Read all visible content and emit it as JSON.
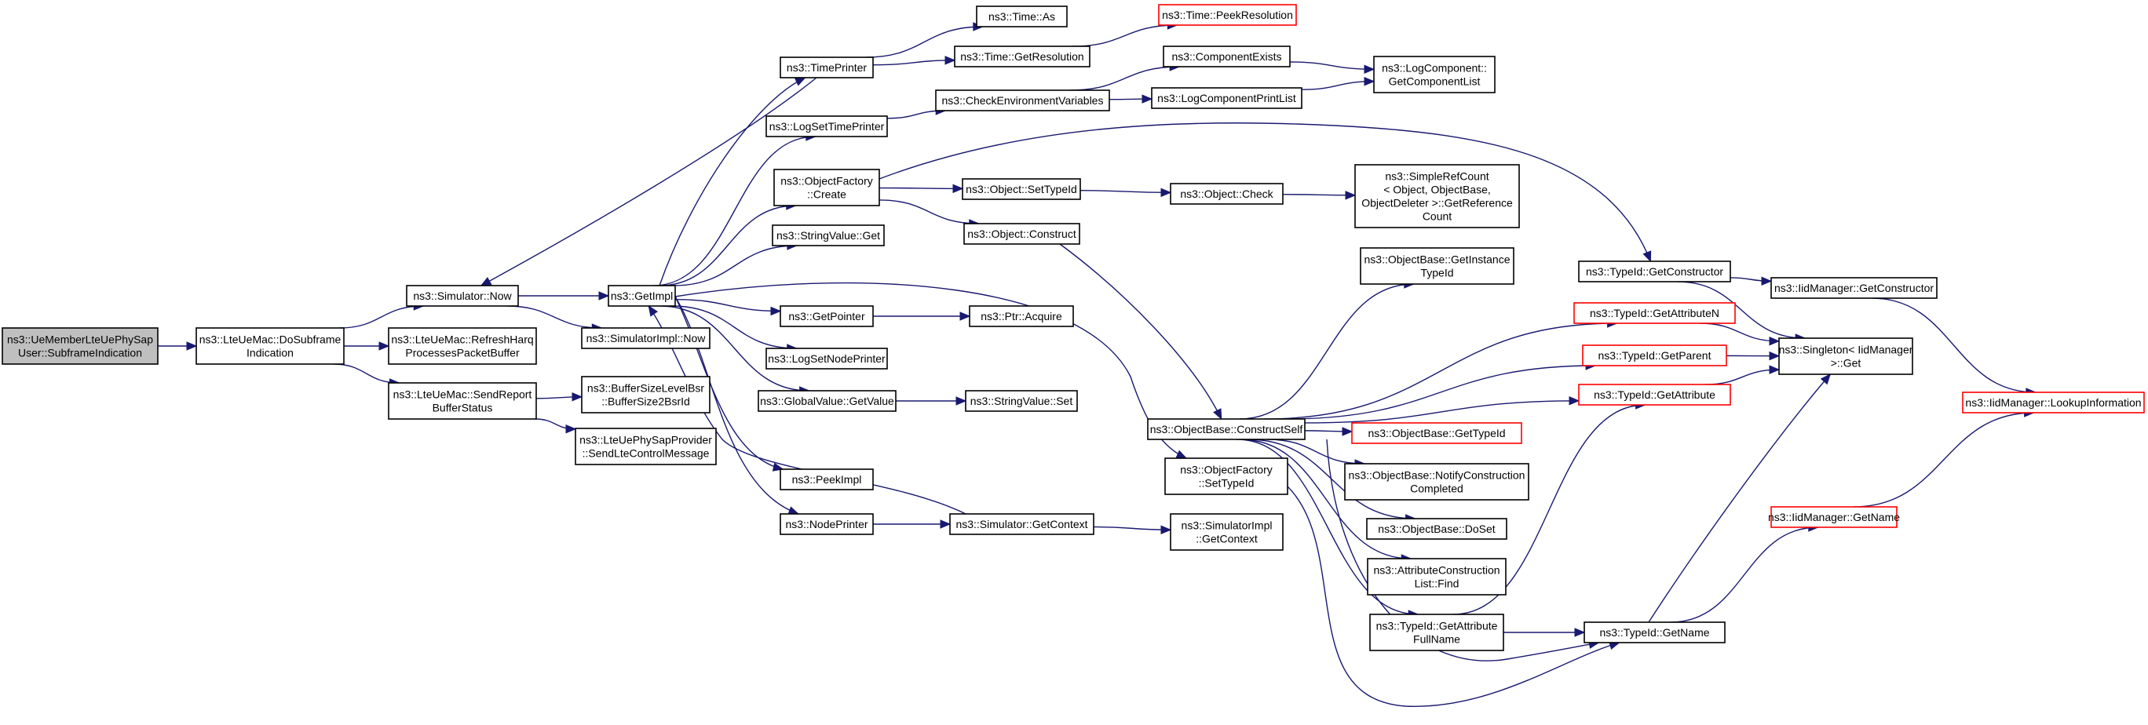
{
  "nodes": {
    "root": {
      "lines": [
        "ns3::UeMemberLteUePhySap",
        "User::SubframeIndication"
      ],
      "style": "root"
    },
    "doSubframe": {
      "lines": [
        "ns3::LteUeMac::DoSubframe",
        "Indication"
      ]
    },
    "refreshHarq": {
      "lines": [
        "ns3::LteUeMac::RefreshHarq",
        "ProcessesPacketBuffer"
      ]
    },
    "sendReport": {
      "lines": [
        "ns3::LteUeMac::SendReport",
        "BufferStatus"
      ]
    },
    "simNow": {
      "lines": [
        "ns3::Simulator::Now"
      ]
    },
    "simImplNow": {
      "lines": [
        "ns3::SimulatorImpl::Now"
      ]
    },
    "bufferSize": {
      "lines": [
        "ns3::BufferSizeLevelBsr",
        "::BufferSize2BsrId"
      ]
    },
    "sendLteCtrl": {
      "lines": [
        "ns3::LteUePhySapProvider",
        "::SendLteControlMessage"
      ]
    },
    "getImpl": {
      "lines": [
        "ns3::GetImpl"
      ]
    },
    "timePrinter": {
      "lines": [
        "ns3::TimePrinter"
      ]
    },
    "logSetTimePrinter": {
      "lines": [
        "ns3::LogSetTimePrinter"
      ]
    },
    "objFactoryCreate": {
      "lines": [
        "ns3::ObjectFactory",
        "::Create"
      ]
    },
    "stringValueGet": {
      "lines": [
        "ns3::StringValue::Get"
      ]
    },
    "getPointer": {
      "lines": [
        "ns3::GetPointer"
      ]
    },
    "logSetNodePrinter": {
      "lines": [
        "ns3::LogSetNodePrinter"
      ]
    },
    "globalValueGet": {
      "lines": [
        "ns3::GlobalValue::GetValue"
      ]
    },
    "peekImpl": {
      "lines": [
        "ns3::PeekImpl"
      ]
    },
    "nodePrinter": {
      "lines": [
        "ns3::NodePrinter"
      ]
    },
    "timeAs": {
      "lines": [
        "ns3::Time::As"
      ]
    },
    "timeGetRes": {
      "lines": [
        "ns3::Time::GetResolution"
      ]
    },
    "timePeekRes": {
      "lines": [
        "ns3::Time::PeekResolution"
      ],
      "style": "red"
    },
    "checkEnv": {
      "lines": [
        "ns3::CheckEnvironmentVariables"
      ]
    },
    "objSetTypeId": {
      "lines": [
        "ns3::Object::SetTypeId"
      ]
    },
    "objConstruct": {
      "lines": [
        "ns3::Object::Construct"
      ]
    },
    "ptrAcquire": {
      "lines": [
        "ns3::Ptr::Acquire"
      ]
    },
    "stringValueSet": {
      "lines": [
        "ns3::StringValue::Set"
      ]
    },
    "simGetContext": {
      "lines": [
        "ns3::Simulator::GetContext"
      ]
    },
    "compExists": {
      "lines": [
        "ns3::ComponentExists"
      ]
    },
    "logCompPrintList": {
      "lines": [
        "ns3::LogComponentPrintList"
      ]
    },
    "logCompGetList": {
      "lines": [
        "ns3::LogComponent::",
        "GetComponentList"
      ]
    },
    "objCheck": {
      "lines": [
        "ns3::Object::Check"
      ]
    },
    "simpleRefCount": {
      "lines": [
        "ns3::SimpleRefCount",
        "< Object, ObjectBase,",
        "ObjectDeleter >::GetReference",
        "Count"
      ]
    },
    "objBaseGetInstTypeId": {
      "lines": [
        "ns3::ObjectBase::GetInstance",
        "TypeId"
      ]
    },
    "objBaseConstructSelf": {
      "lines": [
        "ns3::ObjectBase::ConstructSelf"
      ]
    },
    "objFactorySetTypeId": {
      "lines": [
        "ns3::ObjectFactory",
        "::SetTypeId"
      ]
    },
    "simImplGetContext": {
      "lines": [
        "ns3::SimulatorImpl",
        "::GetContext"
      ]
    },
    "objBaseGetTypeId": {
      "lines": [
        "ns3::ObjectBase::GetTypeId"
      ],
      "style": "red"
    },
    "objBaseNotify": {
      "lines": [
        "ns3::ObjectBase::NotifyConstruction",
        "Completed"
      ]
    },
    "objBaseDoSet": {
      "lines": [
        "ns3::ObjectBase::DoSet"
      ]
    },
    "attrConstrFind": {
      "lines": [
        "ns3::AttributeConstruction",
        "List::Find"
      ]
    },
    "typeIdGetAttrFullName": {
      "lines": [
        "ns3::TypeId::GetAttribute",
        "FullName"
      ]
    },
    "typeIdGetConstructor": {
      "lines": [
        "ns3::TypeId::GetConstructor"
      ]
    },
    "typeIdGetAttrN": {
      "lines": [
        "ns3::TypeId::GetAttributeN"
      ],
      "style": "red"
    },
    "typeIdGetParent": {
      "lines": [
        "ns3::TypeId::GetParent"
      ],
      "style": "red"
    },
    "typeIdGetAttr": {
      "lines": [
        "ns3::TypeId::GetAttribute"
      ],
      "style": "red"
    },
    "typeIdGetName": {
      "lines": [
        "ns3::TypeId::GetName"
      ]
    },
    "iidMgrGetConstructor": {
      "lines": [
        "ns3::IidManager::GetConstructor"
      ]
    },
    "singletonGet": {
      "lines": [
        "ns3::Singleton< IidManager",
        ">::Get"
      ]
    },
    "iidMgrGetName": {
      "lines": [
        "ns3::IidManager::GetName"
      ],
      "style": "red"
    },
    "iidMgrLookup": {
      "lines": [
        "ns3::IidManager::LookupInformation"
      ],
      "style": "red"
    }
  },
  "edges": [
    [
      "root",
      "doSubframe"
    ],
    [
      "doSubframe",
      "simNow"
    ],
    [
      "doSubframe",
      "refreshHarq"
    ],
    [
      "doSubframe",
      "sendReport"
    ],
    [
      "sendReport",
      "bufferSize"
    ],
    [
      "sendReport",
      "sendLteCtrl"
    ],
    [
      "simNow",
      "getImpl"
    ],
    [
      "simNow",
      "simImplNow"
    ],
    [
      "getImpl",
      "timePrinter"
    ],
    [
      "getImpl",
      "logSetTimePrinter"
    ],
    [
      "getImpl",
      "objFactoryCreate"
    ],
    [
      "getImpl",
      "stringValueGet"
    ],
    [
      "getImpl",
      "getPointer"
    ],
    [
      "getImpl",
      "logSetNodePrinter"
    ],
    [
      "getImpl",
      "globalValueGet"
    ],
    [
      "getImpl",
      "peekImpl"
    ],
    [
      "getImpl",
      "nodePrinter"
    ],
    [
      "getImpl",
      "objFactorySetTypeId"
    ],
    [
      "timePrinter",
      "simNow"
    ],
    [
      "timePrinter",
      "timeAs"
    ],
    [
      "timePrinter",
      "timeGetRes"
    ],
    [
      "timeGetRes",
      "timePeekRes"
    ],
    [
      "logSetTimePrinter",
      "checkEnv"
    ],
    [
      "checkEnv",
      "compExists"
    ],
    [
      "checkEnv",
      "logCompPrintList"
    ],
    [
      "compExists",
      "logCompGetList"
    ],
    [
      "logCompPrintList",
      "logCompGetList"
    ],
    [
      "objFactoryCreate",
      "objSetTypeId"
    ],
    [
      "objFactoryCreate",
      "objConstruct"
    ],
    [
      "objFactoryCreate",
      "typeIdGetConstructor"
    ],
    [
      "objSetTypeId",
      "objCheck"
    ],
    [
      "objCheck",
      "simpleRefCount"
    ],
    [
      "objConstruct",
      "objBaseConstructSelf"
    ],
    [
      "getPointer",
      "ptrAcquire"
    ],
    [
      "globalValueGet",
      "stringValueSet"
    ],
    [
      "nodePrinter",
      "simGetContext"
    ],
    [
      "simGetContext",
      "getImpl"
    ],
    [
      "simGetContext",
      "simImplGetContext"
    ],
    [
      "objBaseConstructSelf",
      "objBaseGetInstTypeId"
    ],
    [
      "objBaseConstructSelf",
      "typeIdGetAttrN"
    ],
    [
      "objBaseConstructSelf",
      "typeIdGetParent"
    ],
    [
      "objBaseConstructSelf",
      "typeIdGetAttr"
    ],
    [
      "objBaseConstructSelf",
      "objBaseGetTypeId"
    ],
    [
      "objBaseConstructSelf",
      "objBaseNotify"
    ],
    [
      "objBaseConstructSelf",
      "objBaseDoSet"
    ],
    [
      "objBaseConstructSelf",
      "attrConstrFind"
    ],
    [
      "objBaseConstructSelf",
      "typeIdGetAttrFullName"
    ],
    [
      "objBaseConstructSelf",
      "typeIdGetName"
    ],
    [
      "objFactorySetTypeId",
      "typeIdGetName"
    ],
    [
      "typeIdGetAttrFullName",
      "typeIdGetAttr"
    ],
    [
      "typeIdGetAttrFullName",
      "typeIdGetName"
    ],
    [
      "typeIdGetConstructor",
      "iidMgrGetConstructor"
    ],
    [
      "typeIdGetConstructor",
      "singletonGet"
    ],
    [
      "typeIdGetAttrN",
      "singletonGet"
    ],
    [
      "typeIdGetParent",
      "singletonGet"
    ],
    [
      "typeIdGetAttr",
      "singletonGet"
    ],
    [
      "typeIdGetName",
      "singletonGet"
    ],
    [
      "typeIdGetName",
      "iidMgrGetName"
    ],
    [
      "iidMgrGetConstructor",
      "iidMgrLookup"
    ],
    [
      "iidMgrGetName",
      "iidMgrLookup"
    ]
  ],
  "colors": {
    "edge": "#191970",
    "red_border": "#ff0000",
    "root_fill": "#bfbfbf"
  }
}
